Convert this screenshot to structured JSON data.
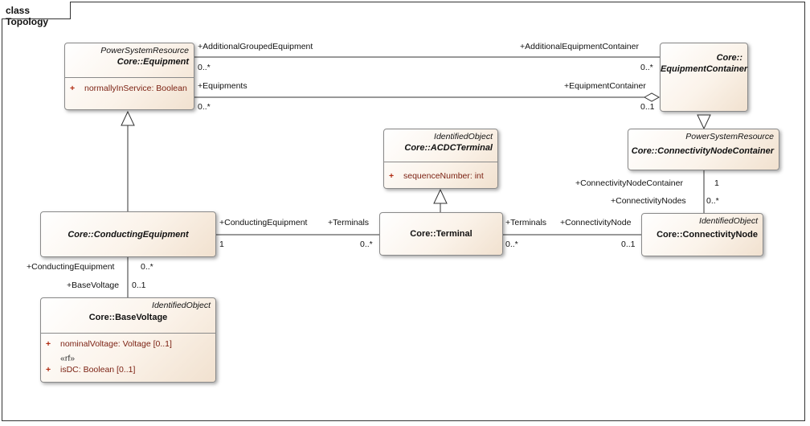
{
  "frame": {
    "title": "class Topology"
  },
  "classes": {
    "equipment": {
      "stereotype": "PowerSystemResource",
      "name": "Core::Equipment",
      "attributes": [
        {
          "marker": "+",
          "text": "normallyInService: Boolean"
        }
      ]
    },
    "equipment_container": {
      "name_line1": "Core::",
      "name_line2": "EquipmentContainer"
    },
    "acdc_terminal": {
      "stereotype": "IdentifiedObject",
      "name": "Core::ACDCTerminal",
      "attributes": [
        {
          "marker": "+",
          "text": "sequenceNumber: int"
        }
      ]
    },
    "connectivity_node_container": {
      "stereotype": "PowerSystemResource",
      "name": "Core::ConnectivityNodeContainer"
    },
    "conducting_equipment": {
      "name": "Core::ConductingEquipment"
    },
    "terminal": {
      "name": "Core::Terminal"
    },
    "connectivity_node": {
      "stereotype": "IdentifiedObject",
      "name": "Core::ConnectivityNode"
    },
    "base_voltage": {
      "stereotype": "IdentifiedObject",
      "name": "Core::BaseVoltage",
      "attributes": [
        {
          "marker": "+",
          "text": "nominalVoltage: Voltage [0..1]"
        },
        {
          "stereotype": "«rf»"
        },
        {
          "marker": "+",
          "text": "isDC: Boolean [0..1]"
        }
      ]
    }
  },
  "associations": {
    "grouped": {
      "role_a": "+AdditionalGroupedEquipment",
      "mult_a": "0..*",
      "role_b": "+AdditionalEquipmentContainer",
      "mult_b": "0..*"
    },
    "equipments": {
      "role_a": "+Equipments",
      "mult_a": "0..*",
      "role_b": "+EquipmentContainer",
      "mult_b": "0..1"
    },
    "ce_terminal": {
      "role_a": "+ConductingEquipment",
      "mult_a": "1",
      "role_b": "+Terminals",
      "mult_b": "0..*"
    },
    "terminal_cn": {
      "role_a": "+Terminals",
      "mult_a": "0..*",
      "role_b": "+ConnectivityNode",
      "mult_b": "0..1"
    },
    "cnc_cn": {
      "role_a": "+ConnectivityNodeContainer",
      "mult_a": "1",
      "role_b": "+ConnectivityNodes",
      "mult_b": "0..*"
    },
    "ce_bv": {
      "role_a": "+ConductingEquipment",
      "mult_a": "0..*",
      "role_b": "+BaseVoltage",
      "mult_b": "0..1"
    }
  }
}
